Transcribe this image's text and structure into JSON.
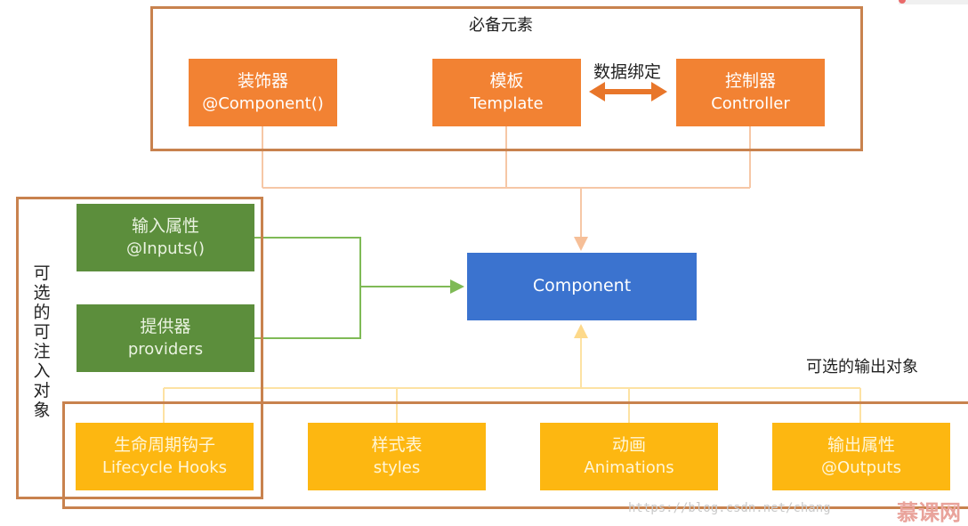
{
  "required": {
    "title": "必备元素",
    "decorator": {
      "label": "装饰器",
      "sublabel": "@Component()"
    },
    "template": {
      "label": "模板",
      "sublabel": "Template"
    },
    "binding_label": "数据绑定",
    "controller": {
      "label": "控制器",
      "sublabel": "Controller"
    }
  },
  "injectable": {
    "title": "可选的可注入对象",
    "inputs": {
      "label": "输入属性",
      "sublabel": "@Inputs()"
    },
    "providers": {
      "label": "提供器",
      "sublabel": "providers"
    }
  },
  "center": {
    "label": "Component"
  },
  "outputs": {
    "title": "可选的输出对象",
    "lifecycle": {
      "label": "生命周期钩子",
      "sublabel": "Lifecycle Hooks"
    },
    "styles": {
      "label": "样式表",
      "sublabel": "styles"
    },
    "animations": {
      "label": "动画",
      "sublabel": "Animations"
    },
    "outputs_prop": {
      "label": "输出属性",
      "sublabel": "@Outputs"
    }
  },
  "watermark": {
    "url": "https://blog.csdn.net/chang",
    "brand": "慕课网"
  },
  "colors": {
    "frame": "#c8824e",
    "orange": "#f28233",
    "green": "#5c8e3c",
    "yellow": "#fdb711",
    "blue": "#3b73cf",
    "connector_orange": "#f6c7a6",
    "connector_green": "#7fba56",
    "connector_yellow": "#fde2a3",
    "arrow": "#e8762a"
  }
}
